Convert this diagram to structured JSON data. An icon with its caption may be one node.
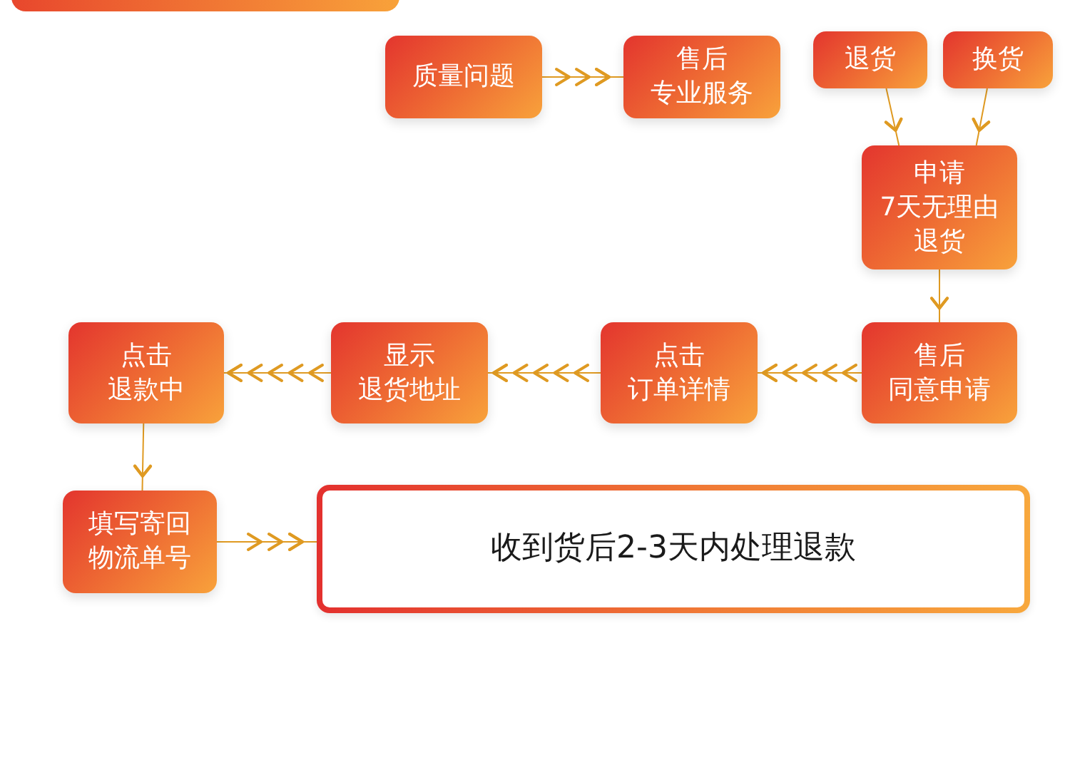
{
  "diagram": {
    "nodes": [
      {
        "text": [],
        "shape": "bar"
      },
      {
        "text": [
          "质量问题"
        ]
      },
      {
        "text": [
          "售后专业服务"
        ]
      },
      {
        "text": [
          "退货"
        ]
      },
      {
        "text": [
          "换货"
        ]
      },
      {
        "text": [
          "申请7天无理由退货"
        ]
      },
      {
        "text": [
          "售后同意申请"
        ]
      },
      {
        "text": [
          "点击订单详情"
        ]
      },
      {
        "text": [
          "显示退货地址"
        ]
      },
      {
        "text": [
          "点击退款中"
        ]
      },
      {
        "text": [
          "填写寄回物流单号"
        ]
      },
      {
        "text": [
          "收到货后2-3天内处理退款"
        ]
      }
    ],
    "edges": [
      {
        "from": 1,
        "to": 2,
        "arrow": "to"
      },
      {
        "from": 3,
        "to": 5,
        "arrow": "to"
      },
      {
        "from": 4,
        "to": 5,
        "arrow": "to"
      },
      {
        "from": 5,
        "to": 6,
        "arrow": "to"
      },
      {
        "from": 6,
        "to": 7,
        "arrow": "to"
      },
      {
        "from": 7,
        "to": 8,
        "arrow": "to"
      },
      {
        "from": 8,
        "to": 9,
        "arrow": "to"
      },
      {
        "from": 9,
        "to": 10,
        "arrow": "to"
      },
      {
        "from": 10,
        "to": 11,
        "arrow": "to"
      }
    ]
  }
}
